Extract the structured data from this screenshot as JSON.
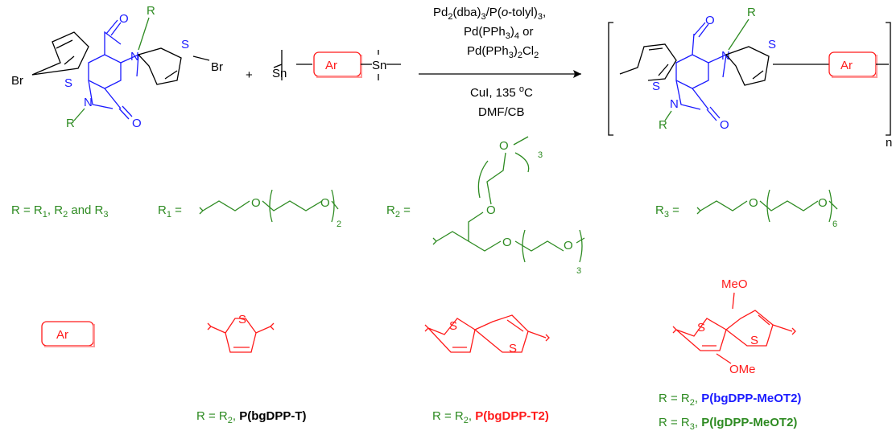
{
  "reaction": {
    "conditions": {
      "line1": "Pd",
      "line1_sub2": "2",
      "line1_mid": "(dba)",
      "line1_sub3": "3",
      "line1_rest": "/P(",
      "line1_o": "o",
      "line1_end": "-tolyl)",
      "line1_sub3b": "3",
      "line1_comma": ",",
      "line2": "Pd(PPh",
      "line2_sub": "3",
      "line2_end": ")",
      "line2_sub4": "4",
      "line2_or": " or",
      "line3": "Pd(PPh",
      "line3_sub": "3",
      "line3_mid": ")",
      "line3_sub2": "2",
      "line3_end": "Cl",
      "line3_sub2b": "2",
      "line4": "CuI, 135 ",
      "line4_sup": "o",
      "line4_end": "C",
      "line5": "DMF/CB"
    },
    "atoms": {
      "Br": "Br",
      "S": "S",
      "O": "O",
      "N": "N",
      "R": "R",
      "Sn": "Sn",
      "Ar": "Ar",
      "plus": "+",
      "n": "n"
    }
  },
  "definitions": {
    "r_list": "R = R",
    "r_sub1": "1",
    "r_comma": ", R",
    "r_sub2": "2",
    "r_and": " and R",
    "r_sub3": "3",
    "r1": "R",
    "r1_sub": "1",
    "r2": "R",
    "r2_sub": "2",
    "r3": "R",
    "r3_sub": "3",
    "eq": " =",
    "sub_2": "2",
    "sub_3": "3",
    "sub_6": "6"
  },
  "products": {
    "p1_prefix": "R = R",
    "p1_sub": "2",
    "p1_comma": ", ",
    "p1_name": "P(bgDPP-T)",
    "p2_prefix": "R = R",
    "p2_sub": "2",
    "p2_comma": ", ",
    "p2_name": "P(bgDPP-T2)",
    "p3_prefix": "R = R",
    "p3_sub": "2",
    "p3_comma": ", ",
    "p3_name": "P(bgDPP-MeOT2)",
    "p4_prefix": "R = R",
    "p4_sub": "3",
    "p4_comma": ", ",
    "p4_name": "P(lgDPP-MeOT2)",
    "meo": "MeO",
    "ome": "OMe"
  },
  "colors": {
    "black": "#000000",
    "blue": "#1a1aff",
    "green": "#2e8b22",
    "red": "#ff1a1a"
  }
}
